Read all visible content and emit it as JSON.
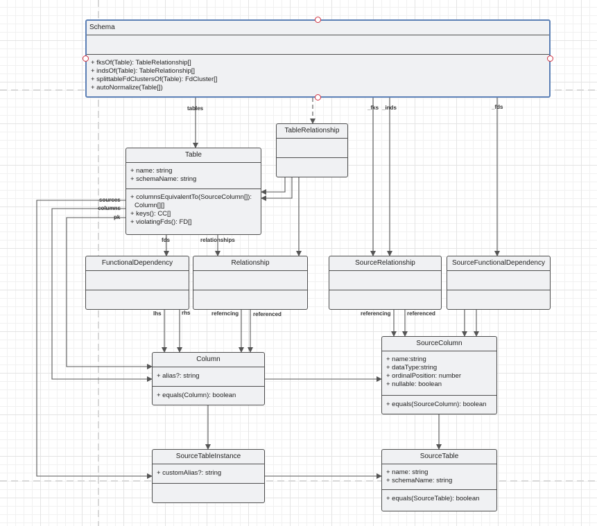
{
  "diagram": {
    "schema": {
      "title": "Schema",
      "methods": [
        "+ fksOf(Table): TableRelationship[]",
        "+ indsOf(Table): TableRelationship[]",
        "+ splittableFdClustersOf(Table): FdCluster[]",
        "+ autoNormalize(Table[])"
      ]
    },
    "table_relationship": {
      "title": "TableRelationship"
    },
    "table": {
      "title": "Table",
      "attributes": [
        "+ name: string",
        "+ schemaName: string"
      ],
      "methods": [
        "+ columnsEquivalentTo(SourceColumn[]):",
        "  Column[][]",
        "+ keys(): CC[]",
        "+ violatingFds(): FD[]"
      ]
    },
    "functional_dependency": {
      "title": "FunctionalDependency"
    },
    "relationship": {
      "title": "Relationship"
    },
    "source_relationship": {
      "title": "SourceRelationship"
    },
    "source_functional_dependency": {
      "title": "SourceFunctionalDependency"
    },
    "column": {
      "title": "Column",
      "attributes": [
        "+ alias?: string"
      ],
      "methods": [
        "+ equals(Column): boolean"
      ]
    },
    "source_column": {
      "title": "SourceColumn",
      "attributes": [
        "+ name:string",
        "+ dataType:string",
        "+ ordinalPosition: number",
        "+ nullable: boolean"
      ],
      "methods": [
        "+ equals(SourceColumn): boolean"
      ]
    },
    "source_table_instance": {
      "title": "SourceTableInstance",
      "attributes": [
        "+ customAlias?: string"
      ]
    },
    "source_table": {
      "title": "SourceTable",
      "attributes": [
        "+ name: string",
        "+ schemaName: string"
      ],
      "methods": [
        "+ equals(SourceTable): boolean"
      ]
    },
    "edge_labels": {
      "tables": "tables",
      "fks": "_fks",
      "inds": "_inds",
      "fds_top": "_fds",
      "sources": "sources",
      "columns": "columns",
      "pk": "pk",
      "fds": "fds",
      "relationships": "relationships",
      "lhs": "lhs",
      "rhs": "rhs",
      "referencing_rel": "referncing",
      "referenced_rel": "referenced",
      "referencing_src": "referencing",
      "referenced_src": "referenced"
    }
  }
}
